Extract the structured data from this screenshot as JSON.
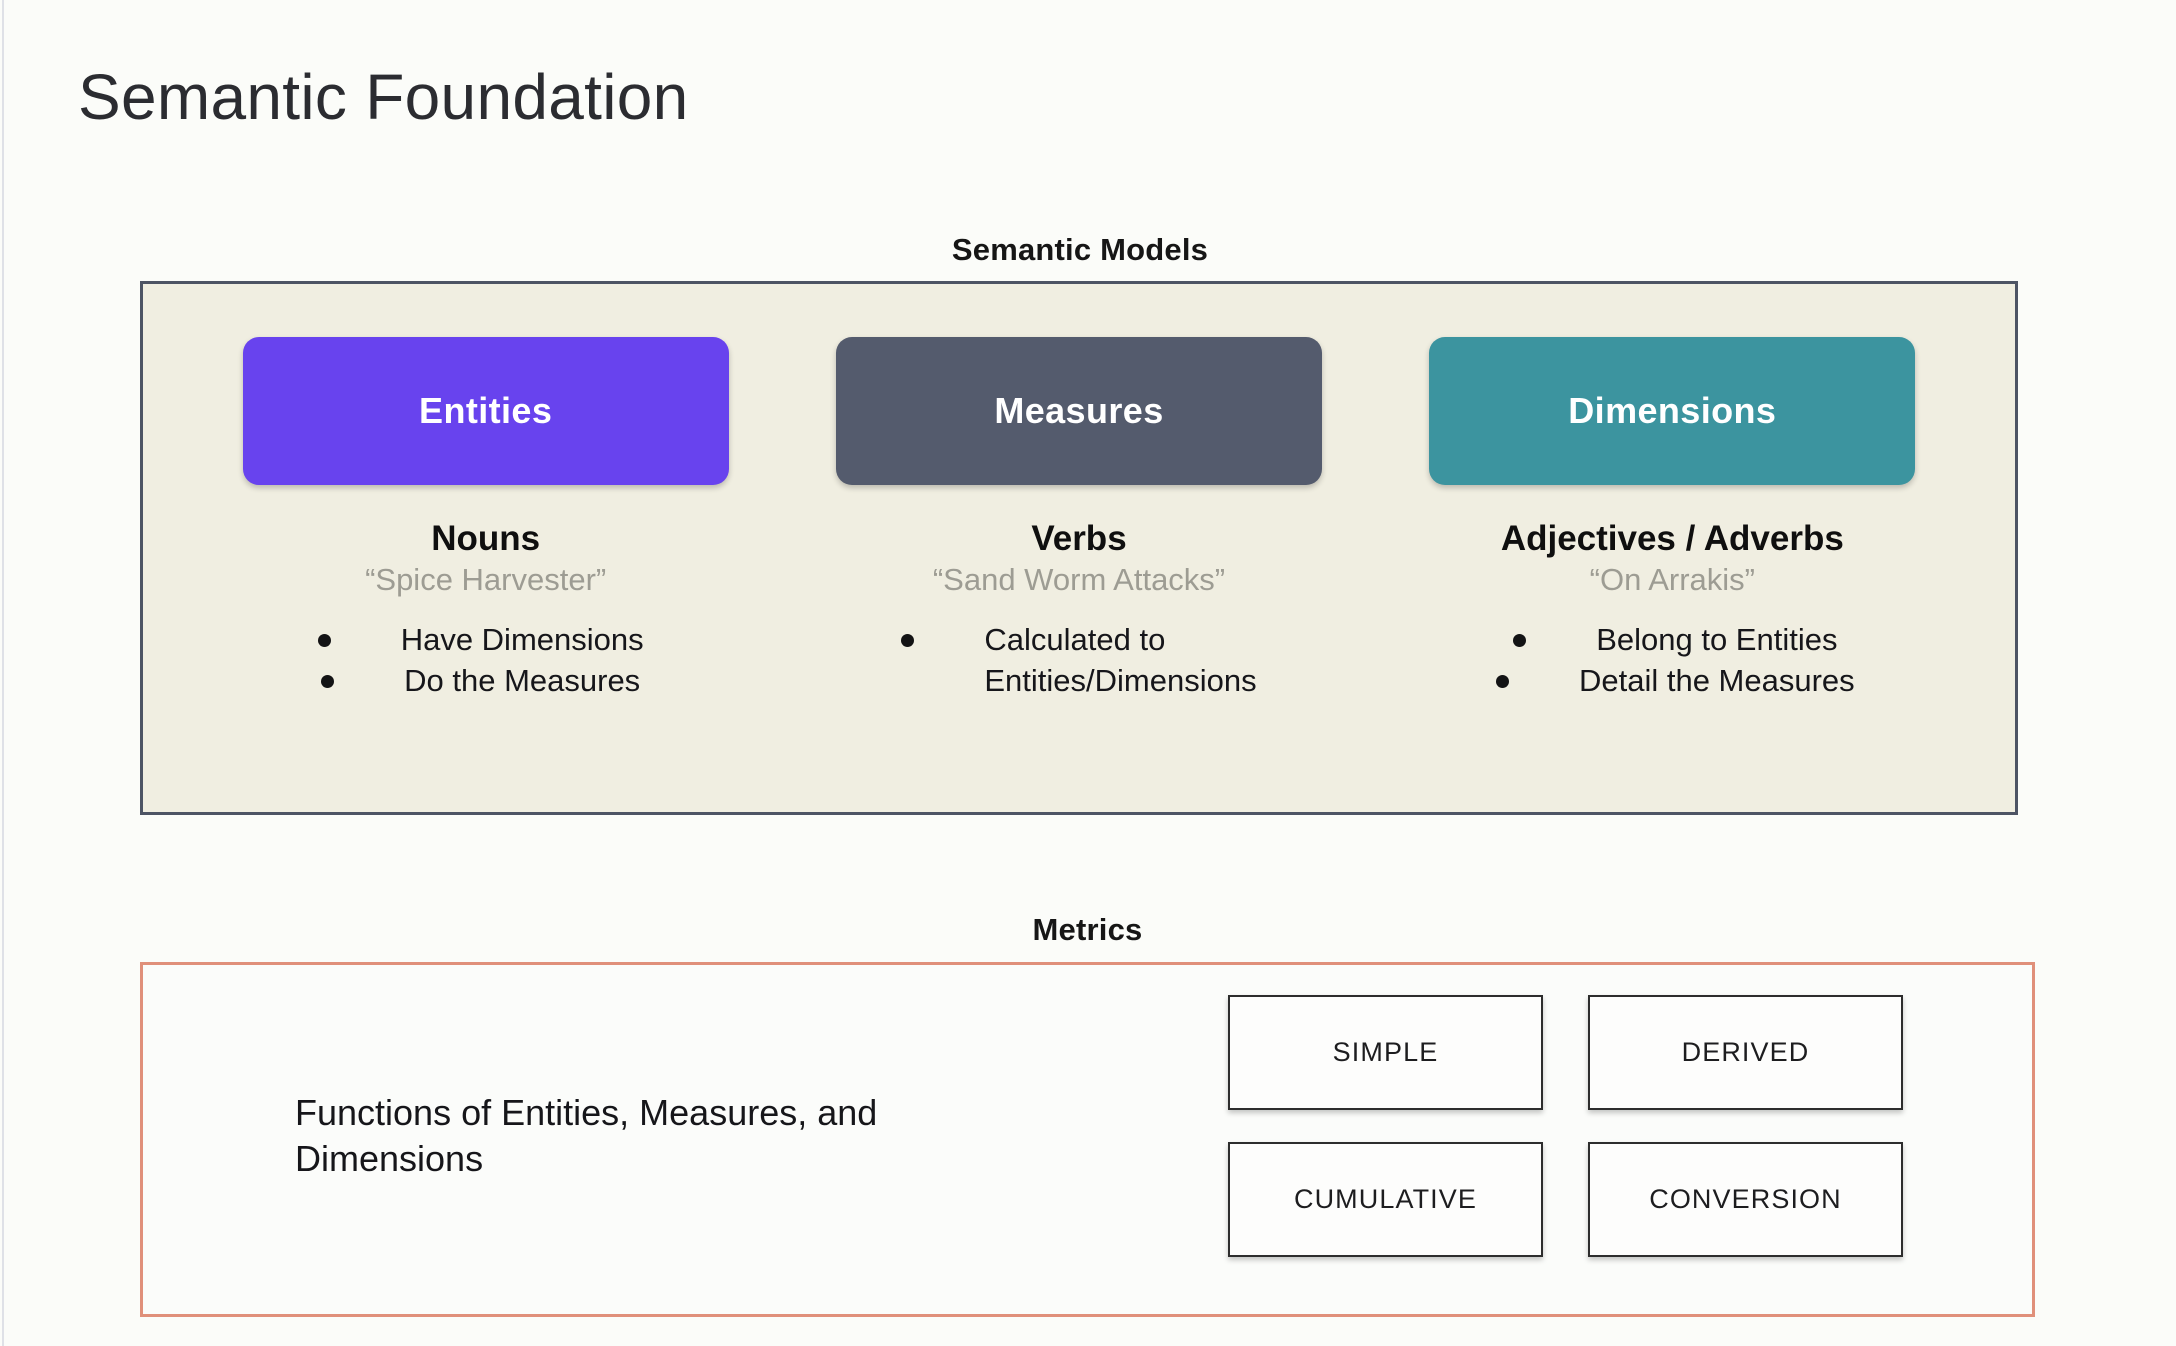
{
  "slide": {
    "title": "Semantic Foundation",
    "background_color": "#fbfcf9"
  },
  "semantic_models": {
    "caption": "Semantic Models",
    "panel_bg": "#f0eee1",
    "panel_border": "#4d5464",
    "columns": [
      {
        "pill_label": "Entities",
        "pill_color": "#6843ee",
        "part_of_speech": "Nouns",
        "example": "“Spice Harvester”",
        "bullets": [
          "Have Dimensions",
          "Do the Measures"
        ]
      },
      {
        "pill_label": "Measures",
        "pill_color": "#545b6d",
        "part_of_speech": "Verbs",
        "example": "“Sand Worm Attacks”",
        "bullets": [
          "Calculated to\nEntities/Dimensions"
        ]
      },
      {
        "pill_label": "Dimensions",
        "pill_color": "#3c949f",
        "part_of_speech": "Adjectives / Adverbs",
        "example": "“On Arrakis”",
        "bullets": [
          "Belong to Entities",
          "Detail the Measures"
        ]
      }
    ]
  },
  "metrics": {
    "caption": "Metrics",
    "panel_border": "#e0907a",
    "description": "Functions of Entities, Measures, and Dimensions",
    "types": [
      "SIMPLE",
      "DERIVED",
      "CUMULATIVE",
      "CONVERSION"
    ]
  }
}
